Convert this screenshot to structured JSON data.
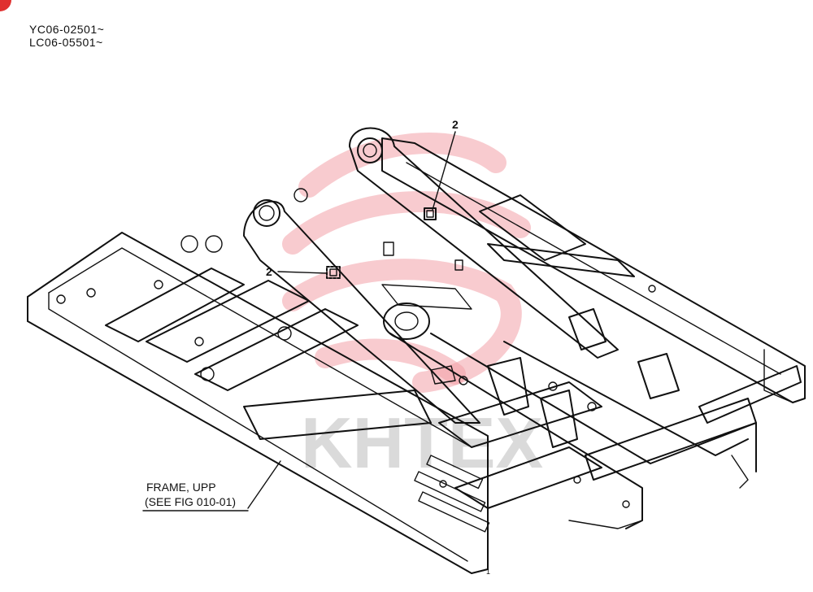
{
  "serials": [
    "YC06-02501~",
    "LC06-05501~"
  ],
  "callouts": {
    "item_number_upper": "2",
    "item_number_left": "2",
    "frame_label_line1": "FRAME, UPP",
    "frame_label_line2": "(SEE FIG 010-01)",
    "small_mark": "1"
  },
  "watermark": {
    "text": "KHTEX",
    "color": "#f2a0a8",
    "text_color": "#bdbdbd"
  },
  "colors": {
    "badge": "#e0302f",
    "line": "#111111"
  }
}
